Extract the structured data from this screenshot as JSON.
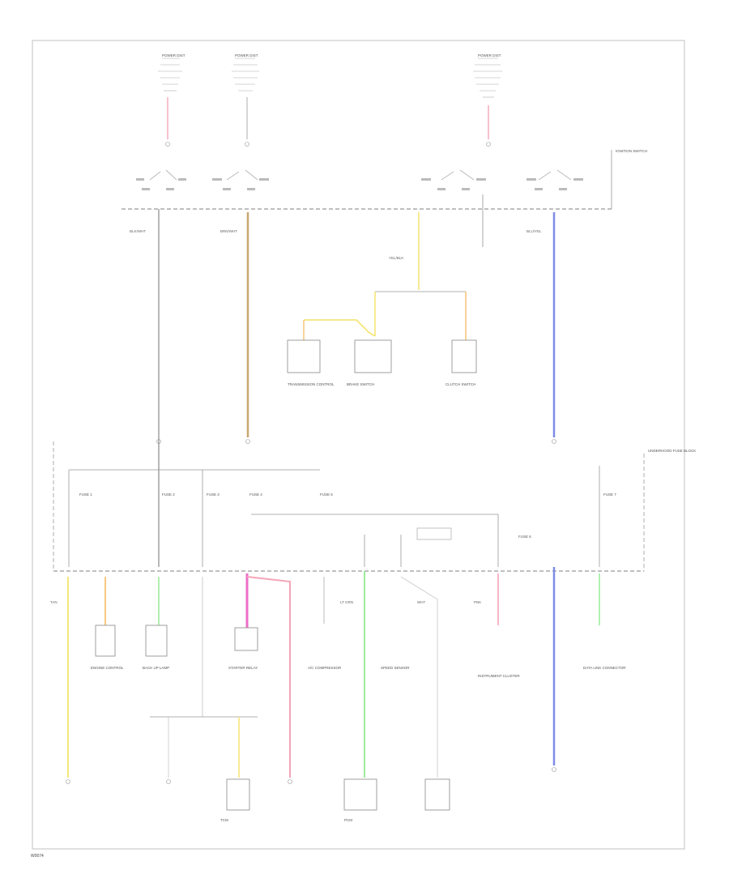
{
  "diagram": {
    "footer_code": "W0074",
    "colors": {
      "pink": "#f4a6b8",
      "tan": "#c8a870",
      "yellow": "#f5e67a",
      "orange": "#f5c880",
      "blue": "#7f8ce6",
      "green": "#9cec9c",
      "magenta": "#ee6ec8",
      "gray": "#bbbbbb"
    },
    "top_labels": [
      "POWER DIST",
      "POWER DIST",
      "POWER DIST"
    ],
    "bus_labels": [
      "IGNITION SWITCH",
      "UNDERHOOD FUSE BLOCK"
    ],
    "wire_codes": {
      "a": "BLK/WHT",
      "b": "BRN/WHT",
      "c": "YEL/BLK",
      "d": "BLU/YEL",
      "e": "PNK",
      "f": "LT GRN",
      "g": "WHT",
      "h": "TAN"
    },
    "fuse_labels": [
      "FUSE 1",
      "FUSE 2",
      "FUSE 3",
      "FUSE 4",
      "FUSE 5",
      "FUSE 6",
      "FUSE 7"
    ],
    "components": [
      "TRANSMISSION CONTROL",
      "BRAKE SWITCH",
      "CLUTCH SWITCH",
      "ENGINE CONTROL",
      "BACK UP LAMP",
      "STARTER RELAY",
      "A/C COMPRESSOR",
      "SPEED SENSOR",
      "INSTRUMENT CLUSTER",
      "DATA LINK CONNECTOR",
      "TCM",
      "PCM"
    ]
  }
}
